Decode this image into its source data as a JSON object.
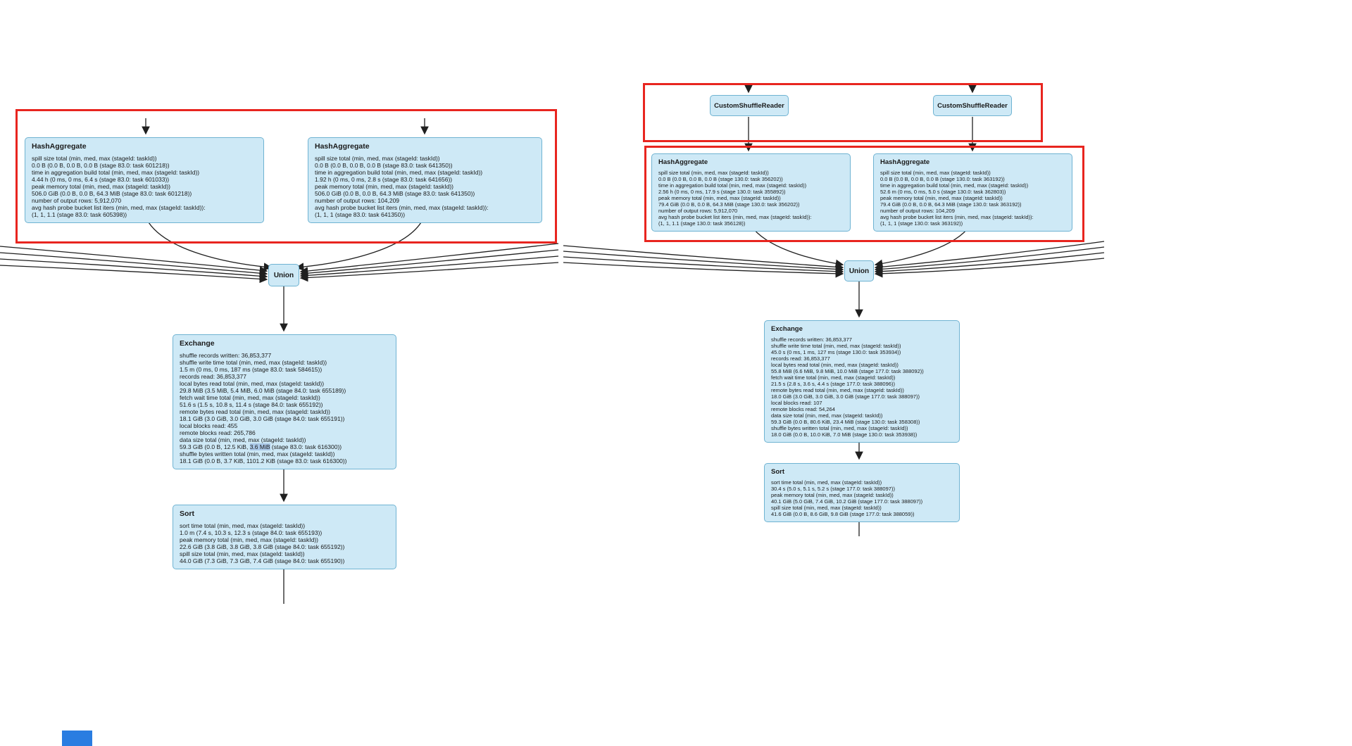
{
  "colors": {
    "node_fill": "#cee9f6",
    "node_border": "#6fb3d2",
    "annotation_red": "#e8251f",
    "selection_blue": "#aac8e8",
    "artifact_blue": "#2a7de1"
  },
  "left_plan": {
    "hash_aggregate_1": {
      "title": "HashAggregate",
      "lines": [
        "spill size total (min, med, max (stageId: taskId))",
        "0.0 B (0.0 B, 0.0 B, 0.0 B (stage 83.0: task 601218))",
        "time in aggregation build total (min, med, max (stageId: taskId))",
        "4.44 h (0 ms, 0 ms, 6.4 s (stage 83.0: task 601033))",
        "peak memory total (min, med, max (stageId: taskId))",
        "506.0 GiB (0.0 B, 0.0 B, 64.3 MiB (stage 83.0: task 601218))",
        "number of output rows: 5,912,070",
        "avg hash probe bucket list iters (min, med, max (stageId: taskId)):",
        "(1, 1, 1.1 (stage 83.0: task 605398))"
      ]
    },
    "hash_aggregate_2": {
      "title": "HashAggregate",
      "lines": [
        "spill size total (min, med, max (stageId: taskId))",
        "0.0 B (0.0 B, 0.0 B, 0.0 B (stage 83.0: task 641350))",
        "time in aggregation build total (min, med, max (stageId: taskId))",
        "1.92 h (0 ms, 0 ms, 2.8 s (stage 83.0: task 641656))",
        "peak memory total (min, med, max (stageId: taskId))",
        "506.0 GiB (0.0 B, 0.0 B, 64.3 MiB (stage 83.0: task 641350))",
        "number of output rows: 104,209",
        "avg hash probe bucket list iters (min, med, max (stageId: taskId)):",
        "(1, 1, 1 (stage 83.0: task 641350))"
      ]
    },
    "union": {
      "label": "Union"
    },
    "exchange": {
      "title": "Exchange",
      "lines_before_selection": [
        "shuffle records written: 36,853,377",
        "shuffle write time total (min, med, max (stageId: taskId))",
        "1.5 m (0 ms, 0 ms, 187 ms (stage 83.0: task 584615))",
        "records read: 36,853,377",
        "local bytes read total (min, med, max (stageId: taskId))",
        "29.8 MiB (3.5 MiB, 5.4 MiB, 6.0 MiB (stage 84.0: task 655189))",
        "fetch wait time total (min, med, max (stageId: taskId))",
        "51.6 s (1.5 s, 10.8 s, 11.4 s (stage 84.0: task 655192))",
        "remote bytes read total (min, med, max (stageId: taskId))",
        "18.1 GiB (3.0 GiB, 3.0 GiB, 3.0 GiB (stage 84.0: task 655191))",
        "local blocks read: 455",
        "remote blocks read: 265,786",
        "data size total (min, med, max (stageId: taskId))"
      ],
      "selected_line": {
        "pre": "59.3 GiB (0.0 B, 12.5 KiB, ",
        "selected": "3.6 MiB",
        "post": " (stage 83.0: task 616300))"
      },
      "lines_after_selection": [
        "shuffle bytes written total (min, med, max (stageId: taskId))",
        "18.1 GiB (0.0 B, 3.7 KiB, 1101.2 KiB (stage 83.0: task 616300))"
      ]
    },
    "sort": {
      "title": "Sort",
      "lines": [
        "sort time total (min, med, max (stageId: taskId))",
        "1.0 m (7.4 s, 10.3 s, 12.3 s (stage 84.0: task 655193))",
        "peak memory total (min, med, max (stageId: taskId))",
        "22.6 GiB (3.8 GiB, 3.8 GiB, 3.8 GiB (stage 84.0: task 655192))",
        "spill size total (min, med, max (stageId: taskId))",
        "44.0 GiB (7.3 GiB, 7.3 GiB, 7.4 GiB (stage 84.0: task 655190))"
      ]
    }
  },
  "right_plan": {
    "custom_shuffle_reader_1": {
      "label": "CustomShuffleReader"
    },
    "custom_shuffle_reader_2": {
      "label": "CustomShuffleReader"
    },
    "hash_aggregate_1": {
      "title": "HashAggregate",
      "lines": [
        "spill size total (min, med, max (stageId: taskId))",
        "0.0 B (0.0 B, 0.0 B, 0.0 B (stage 130.0: task 356202))",
        "time in aggregation build total (min, med, max (stageId: taskId))",
        "2.56 h (0 ms, 0 ms, 17.9 s (stage 130.0: task 355892))",
        "peak memory total (min, med, max (stageId: taskId))",
        "79.4 GiB (0.0 B, 0.0 B, 64.3 MiB (stage 130.0: task 356202))",
        "number of output rows: 5,912,070",
        "avg hash probe bucket list iters (min, med, max (stageId: taskId)):",
        "(1, 1, 1.1 (stage 130.0: task 356128))"
      ]
    },
    "hash_aggregate_2": {
      "title": "HashAggregate",
      "lines": [
        "spill size total (min, med, max (stageId: taskId))",
        "0.0 B (0.0 B, 0.0 B, 0.0 B (stage 130.0: task 363192))",
        "time in aggregation build total (min, med, max (stageId: taskId))",
        "52.6 m (0 ms, 0 ms, 5.0 s (stage 130.0: task 362803))",
        "peak memory total (min, med, max (stageId: taskId))",
        "79.4 GiB (0.0 B, 0.0 B, 64.3 MiB (stage 130.0: task 363192))",
        "number of output rows: 104,209",
        "avg hash probe bucket list iters (min, med, max (stageId: taskId)):",
        "(1, 1, 1 (stage 130.0: task 363192))"
      ]
    },
    "union": {
      "label": "Union"
    },
    "exchange": {
      "title": "Exchange",
      "lines": [
        "shuffle records written: 36,853,377",
        "shuffle write time total (min, med, max (stageId: taskId))",
        "45.0 s (0 ms, 1 ms, 127 ms (stage 130.0: task 353934))",
        "records read: 36,853,377",
        "local bytes read total (min, med, max (stageId: taskId))",
        "55.8 MiB (6.6 MiB, 9.8 MiB, 10.0 MiB (stage 177.0: task 388092))",
        "fetch wait time total (min, med, max (stageId: taskId))",
        "21.5 s (2.8 s, 3.6 s, 4.4 s (stage 177.0: task 388096))",
        "remote bytes read total (min, med, max (stageId: taskId))",
        "18.0 GiB (3.0 GiB, 3.0 GiB, 3.0 GiB (stage 177.0: task 388097))",
        "local blocks read: 107",
        "remote blocks read: 54,264",
        "data size total (min, med, max (stageId: taskId))",
        "59.3 GiB (0.0 B, 80.6 KiB, 23.4 MiB (stage 130.0: task 358308))",
        "shuffle bytes written total (min, med, max (stageId: taskId))",
        "18.0 GiB (0.0 B, 10.0 KiB, 7.0 MiB (stage 130.0: task 353938))"
      ]
    },
    "sort": {
      "title": "Sort",
      "lines": [
        "sort time total (min, med, max (stageId: taskId))",
        "30.4 s (5.0 s, 5.1 s, 5.2 s (stage 177.0: task 388097))",
        "peak memory total (min, med, max (stageId: taskId))",
        "40.1 GiB (5.0 GiB, 7.4 GiB, 10.2 GiB (stage 177.0: task 388097))",
        "spill size total (min, med, max (stageId: taskId))",
        "41.6 GiB (0.0 B, 8.6 GiB, 9.8 GiB (stage 177.0: task 388059))"
      ]
    }
  }
}
